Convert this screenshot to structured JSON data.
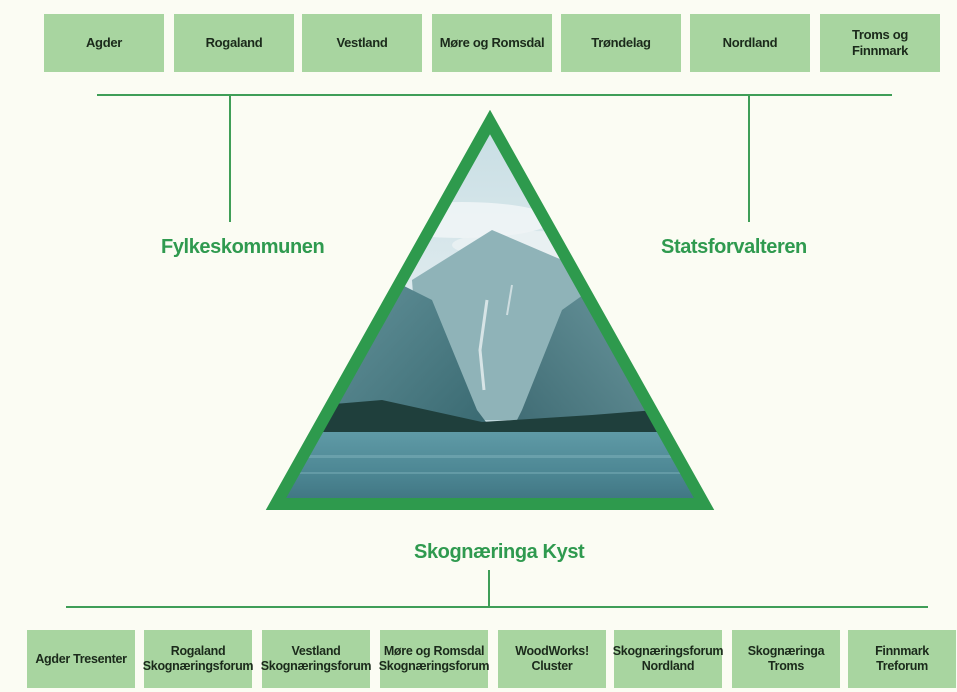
{
  "top_regions": [
    "Agder",
    "Rogaland",
    "Vestland",
    "Møre og Romsdal",
    "Trøndelag",
    "Nordland",
    "Troms og Finnmark"
  ],
  "left_label": "Fylkeskommunen",
  "right_label": "Statsforvalteren",
  "center_label": "Skognæringa Kyst",
  "bottom_forums": [
    [
      "Agder Tresenter"
    ],
    [
      "Rogaland",
      "Skognæringsforum"
    ],
    [
      "Vestland",
      "Skognæringsforum"
    ],
    [
      "Møre og Romsdal",
      "Skognæringsforum"
    ],
    [
      "WoodWorks!",
      "Cluster"
    ],
    [
      "Skognæringsforum",
      "Nordland"
    ],
    [
      "Skognæringa",
      "Troms"
    ],
    [
      "Finnmark Treforum"
    ]
  ],
  "colors": {
    "box": "#a8d5a0",
    "line": "#3f9e57",
    "label": "#2f9a4f",
    "triangle_border": "#2e9a4d",
    "background": "#fbfcf3"
  },
  "image": {
    "description_icon": "fjord-landscape-photo"
  }
}
